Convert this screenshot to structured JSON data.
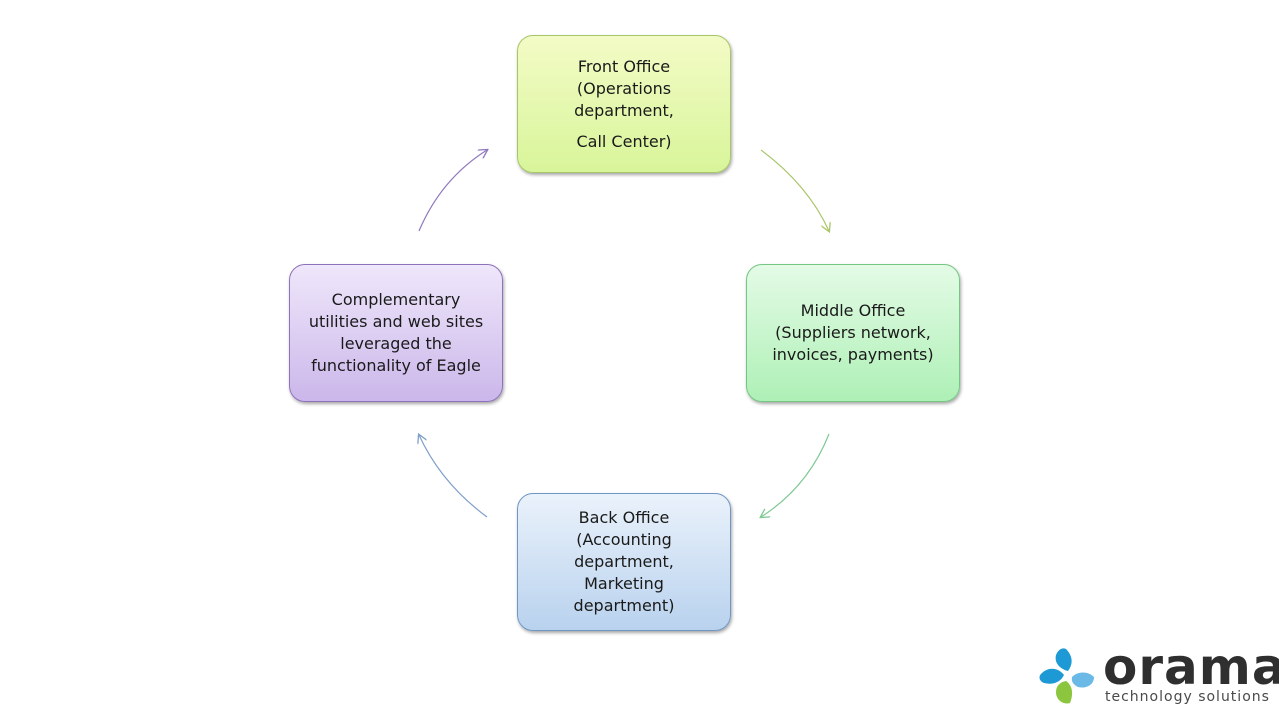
{
  "diagram": {
    "nodes": {
      "front_office": {
        "lines": [
          "Front Office",
          "(Operations",
          "department,",
          "Call Center)"
        ]
      },
      "middle_office": {
        "lines": [
          "Middle Office",
          "(Suppliers network,",
          "invoices, payments)"
        ]
      },
      "back_office": {
        "lines": [
          "Back Office",
          "(Accounting",
          "department,",
          "Marketing",
          "department)"
        ]
      },
      "complementary": {
        "lines": [
          "Complementary",
          "utilities and web sites",
          "leveraged the",
          "functionality of Eagle"
        ]
      }
    },
    "colors": {
      "front_office": "#d8f59a",
      "middle_office": "#aef0b6",
      "back_office": "#b9d2ee",
      "complementary": "#cbb7ea"
    }
  },
  "logo": {
    "name": "orama",
    "tagline": "technology  solutions",
    "icon": "orama-logo-icon",
    "colors": [
      "#1d9ad6",
      "#8cc63f",
      "#1d9ad6",
      "#6bb9e6"
    ]
  }
}
